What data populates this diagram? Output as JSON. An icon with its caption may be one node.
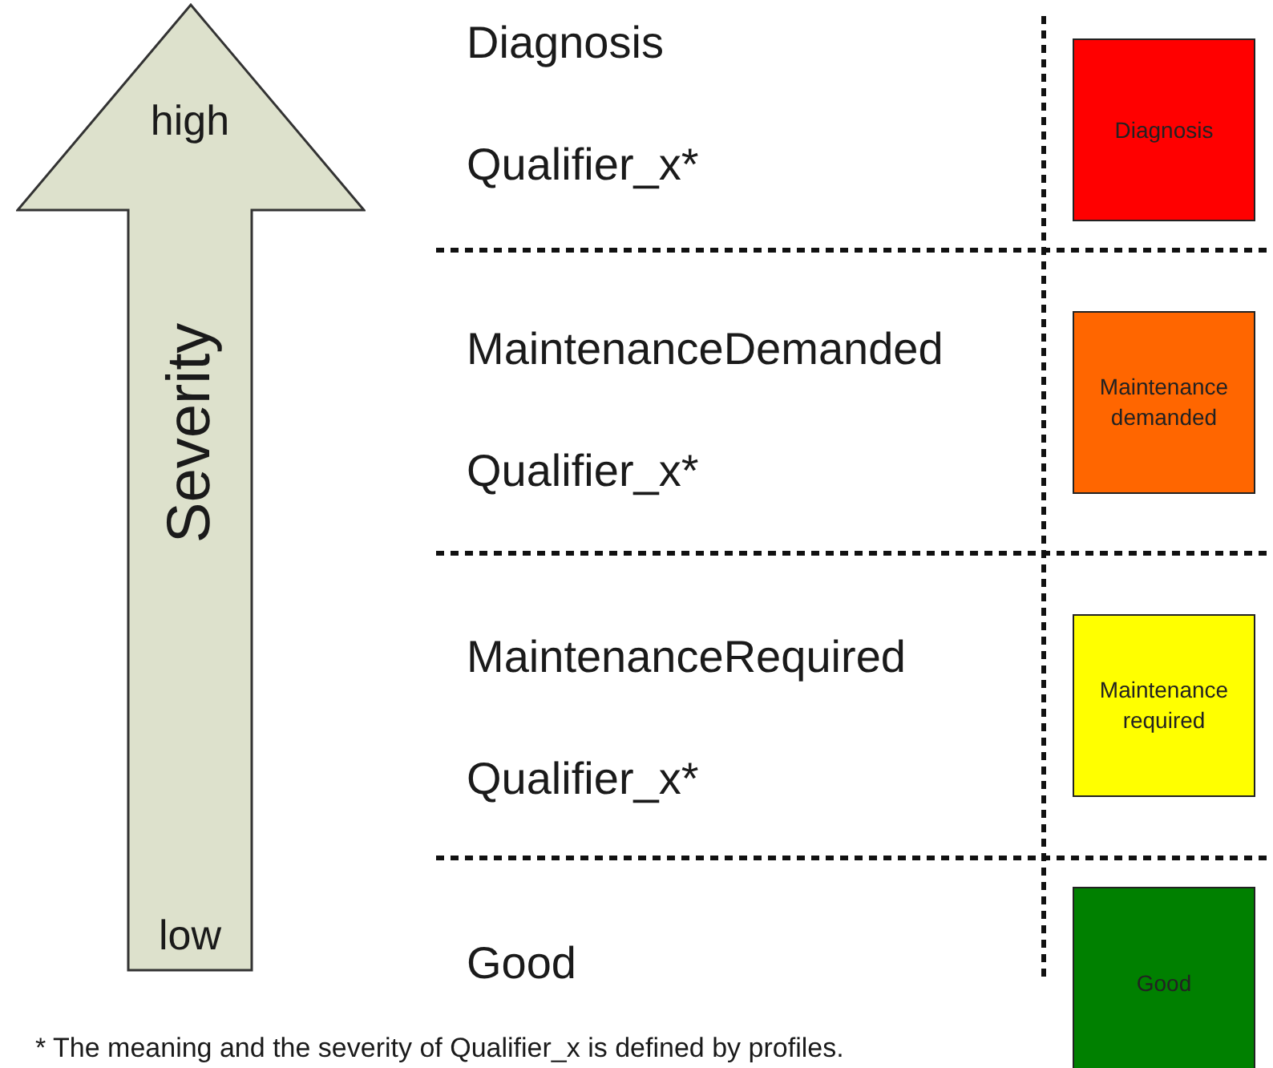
{
  "diagram": {
    "nodes": [
      {
        "text": [
          "high",
          "Severity",
          "low"
        ]
      },
      {
        "text": [
          "Diagnosis"
        ]
      },
      {
        "text": [
          "Maintenance demanded"
        ]
      },
      {
        "text": [
          "Maintenance required"
        ]
      },
      {
        "text": [
          "Good"
        ]
      }
    ],
    "labels": [
      "Diagnosis",
      "Qualifier_x*",
      "MaintenanceDemanded",
      "Qualifier_x*",
      "MaintenanceRequired",
      "Qualifier_x*",
      "Good",
      "* The meaning and the severity of Qualifier_x is defined by profiles."
    ]
  }
}
